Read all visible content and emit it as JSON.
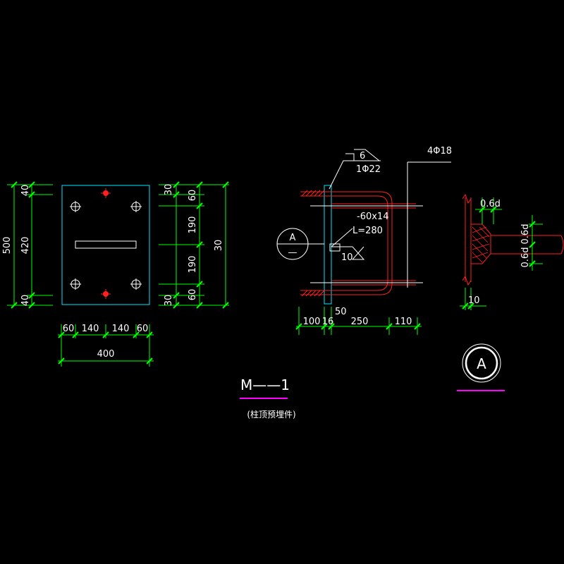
{
  "colors": {
    "background": "#000000",
    "plate": "#00e5ff",
    "dimension": "#00ff00",
    "rebar": "#ff2020",
    "text": "#ffffff",
    "title_underline": "#ff00ff"
  },
  "plan": {
    "left_dims": [
      "500",
      "40",
      "420",
      "40"
    ],
    "right_dims_inner": [
      "30",
      "60",
      "190",
      "190",
      "60",
      "30"
    ],
    "right_dim_outer": "30",
    "bottom_dims": [
      "60",
      "140",
      "140",
      "60"
    ],
    "bottom_total": "400"
  },
  "section": {
    "weld_size": "6",
    "top_bar": "1Φ22",
    "right_bars": "4Φ18",
    "plate_spec": "-60x14",
    "plate_length": "L=280",
    "weld_mark": "10",
    "detail_letter": "A",
    "detail_ref": "—",
    "offset_dim": "50",
    "bottom_dims": [
      "100",
      "16",
      "250",
      "110"
    ]
  },
  "detail": {
    "top_label": "0.6d",
    "right_label_upper": "0.6d",
    "right_label_lower": "0.6d",
    "bottom_dim": "10",
    "callout_letter": "A"
  },
  "title": {
    "code": "M——1",
    "subtitle": "(柱顶预埋件)"
  }
}
